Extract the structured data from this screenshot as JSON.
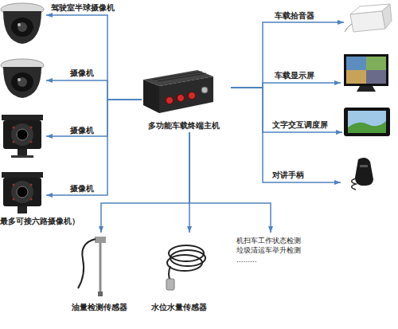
{
  "diagram": {
    "nodes": [
      {
        "text": [
          "多功能车载终端主机"
        ]
      },
      {
        "text": [
          "驾驶室半球摄像机"
        ]
      },
      {
        "text": [
          "摄像机"
        ]
      },
      {
        "text": [
          "摄像机"
        ]
      },
      {
        "text": [
          "摄像机"
        ]
      },
      {
        "text": [
          "车载拾音器"
        ]
      },
      {
        "text": [
          "车载显示屏"
        ]
      },
      {
        "text": [
          "文字交互调度屏"
        ]
      },
      {
        "text": [
          "对讲手柄"
        ]
      },
      {
        "text": [
          "油量检测传感器"
        ]
      },
      {
        "text": [
          "水位水量传感器"
        ]
      },
      {
        "text": [
          "机扫车工作状态检测",
          "垃圾清运车举升检测",
          "………"
        ]
      }
    ],
    "edges": [
      {
        "from": 0,
        "to": 1,
        "arrow": "to"
      },
      {
        "from": 0,
        "to": 2,
        "arrow": "to"
      },
      {
        "from": 0,
        "to": 3,
        "arrow": "to"
      },
      {
        "from": 0,
        "to": 4,
        "arrow": "to"
      },
      {
        "from": 0,
        "to": 5,
        "arrow": "to"
      },
      {
        "from": 0,
        "to": 6,
        "arrow": "to"
      },
      {
        "from": 0,
        "to": 7,
        "arrow": "to"
      },
      {
        "from": 0,
        "to": 8,
        "arrow": "to"
      },
      {
        "from": 0,
        "to": 9,
        "arrow": "to"
      },
      {
        "from": 0,
        "to": 10,
        "arrow": "to"
      },
      {
        "from": 0,
        "to": 11,
        "arrow": "to"
      }
    ],
    "labels": [
      "最多可接六路摄像机）"
    ]
  }
}
